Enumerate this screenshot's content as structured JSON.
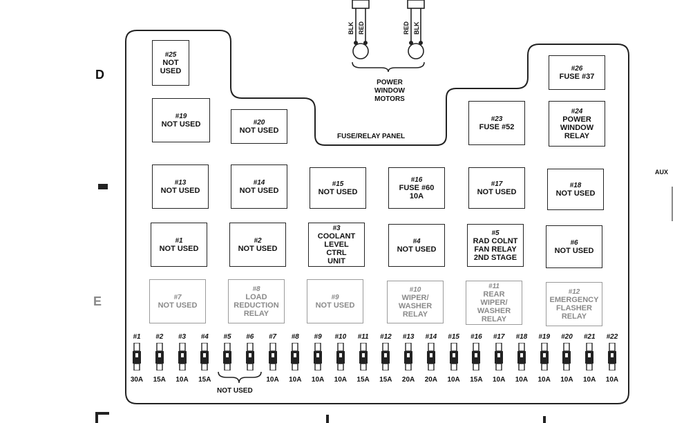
{
  "labels": {
    "panel": "FUSE/RELAY PANEL",
    "motors": "POWER\nWINDOW\nMOTORS",
    "not_used_bottom": "NOT USED",
    "aux": "AUX",
    "wire_left_1": "BLK",
    "wire_left_2": "RED",
    "wire_right_1": "RED",
    "wire_right_2": "BLK"
  },
  "row_letters": {
    "d": "D",
    "e": "E"
  },
  "relays": [
    {
      "num": "#25",
      "label": "NOT USED",
      "faded": false
    },
    {
      "num": "#26",
      "label": "FUSE #37",
      "faded": false
    },
    {
      "num": "#19",
      "label": "NOT USED",
      "faded": false
    },
    {
      "num": "#20",
      "label": "NOT USED",
      "faded": false
    },
    {
      "num": "#23",
      "label": "FUSE #52",
      "faded": false
    },
    {
      "num": "#24",
      "label": "POWER\nWINDOW\nRELAY",
      "faded": false
    },
    {
      "num": "#13",
      "label": "NOT USED",
      "faded": false
    },
    {
      "num": "#14",
      "label": "NOT USED",
      "faded": false
    },
    {
      "num": "#15",
      "label": "NOT USED",
      "faded": false
    },
    {
      "num": "#16",
      "label": "FUSE #60\n10A",
      "faded": false
    },
    {
      "num": "#17",
      "label": "NOT USED",
      "faded": false
    },
    {
      "num": "#18",
      "label": "NOT USED",
      "faded": false
    },
    {
      "num": "#1",
      "label": "NOT USED",
      "faded": false
    },
    {
      "num": "#2",
      "label": "NOT USED",
      "faded": false
    },
    {
      "num": "#3",
      "label": "COOLANT\nLEVEL\nCTRL\nUNIT",
      "faded": false
    },
    {
      "num": "#4",
      "label": "NOT USED",
      "faded": false
    },
    {
      "num": "#5",
      "label": "RAD COLNT\nFAN RELAY\n2ND STAGE",
      "faded": false
    },
    {
      "num": "#6",
      "label": "NOT USED",
      "faded": false
    },
    {
      "num": "#7",
      "label": "NOT USED",
      "faded": true
    },
    {
      "num": "#8",
      "label": "LOAD\nREDUCTION\nRELAY",
      "faded": true
    },
    {
      "num": "#9",
      "label": "NOT USED",
      "faded": true
    },
    {
      "num": "#10",
      "label": "WIPER/\nWASHER\nRELAY",
      "faded": true
    },
    {
      "num": "#11",
      "label": "REAR\nWIPER/\nWASHER\nRELAY",
      "faded": true
    },
    {
      "num": "#12",
      "label": "EMERGENCY\nFLASHER\nRELAY",
      "faded": true
    }
  ],
  "fuses": [
    {
      "num": "#1",
      "amp": "30A"
    },
    {
      "num": "#2",
      "amp": "15A"
    },
    {
      "num": "#3",
      "amp": "10A"
    },
    {
      "num": "#4",
      "amp": "15A"
    },
    {
      "num": "#5",
      "amp": ""
    },
    {
      "num": "#6",
      "amp": ""
    },
    {
      "num": "#7",
      "amp": "10A"
    },
    {
      "num": "#8",
      "amp": "10A"
    },
    {
      "num": "#9",
      "amp": "10A"
    },
    {
      "num": "#10",
      "amp": "10A"
    },
    {
      "num": "#11",
      "amp": "15A"
    },
    {
      "num": "#12",
      "amp": "15A"
    },
    {
      "num": "#13",
      "amp": "20A"
    },
    {
      "num": "#14",
      "amp": "20A"
    },
    {
      "num": "#15",
      "amp": "10A"
    },
    {
      "num": "#16",
      "amp": "15A"
    },
    {
      "num": "#17",
      "amp": "10A"
    },
    {
      "num": "#18",
      "amp": "10A"
    },
    {
      "num": "#19",
      "amp": "10A"
    },
    {
      "num": "#20",
      "amp": "10A"
    },
    {
      "num": "#21",
      "amp": "10A"
    },
    {
      "num": "#22",
      "amp": "10A"
    }
  ]
}
